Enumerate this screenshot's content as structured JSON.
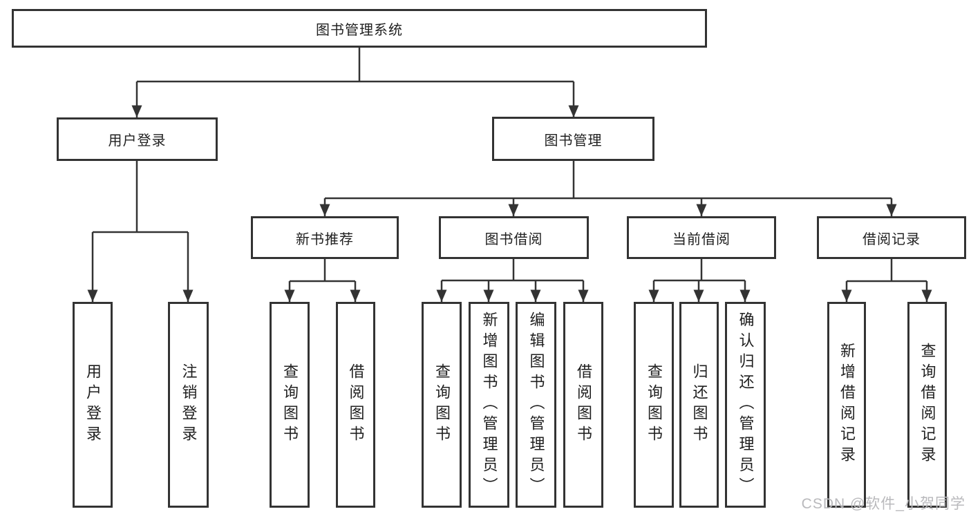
{
  "tree": {
    "root_label": "图书管理系统",
    "level2": [
      {
        "label": "用户登录",
        "children": [
          {
            "label": "用户登录"
          },
          {
            "label": "注销登录"
          }
        ]
      },
      {
        "label": "图书管理",
        "groups": [
          {
            "label": "新书推荐",
            "children": [
              {
                "label": "查询图书"
              },
              {
                "label": "借阅图书"
              }
            ]
          },
          {
            "label": "图书借阅",
            "children": [
              {
                "label": "查询图书"
              },
              {
                "label": "新增图书（管理员）"
              },
              {
                "label": "编辑图书（管理员）"
              },
              {
                "label": "借阅图书"
              }
            ]
          },
          {
            "label": "当前借阅",
            "children": [
              {
                "label": "查询图书"
              },
              {
                "label": "归还图书"
              },
              {
                "label": "确认归还（管理员）"
              }
            ]
          },
          {
            "label": "借阅记录",
            "children": [
              {
                "label": "新增借阅记录"
              },
              {
                "label": "查询借阅记录"
              }
            ]
          }
        ]
      }
    ]
  },
  "watermark": "CSDN @软件_小贺同学",
  "colors": {
    "line": "#333333",
    "text": "#1f1f1f",
    "background": "#ffffff",
    "watermark": "#b9b9bc"
  }
}
